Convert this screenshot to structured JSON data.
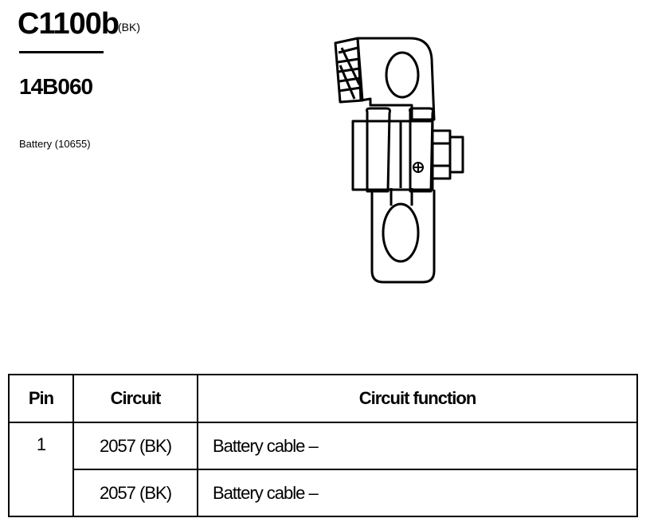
{
  "connector": {
    "id": "C1100b",
    "color": "(BK)",
    "part_number": "14B060",
    "description": "Battery (10655)"
  },
  "pin_table": {
    "headers": {
      "pin": "Pin",
      "circuit": "Circuit",
      "function": "Circuit function"
    },
    "rows": [
      {
        "pin": "1",
        "circuit": "2057 (BK)",
        "function": "Battery cable –"
      },
      {
        "pin": "",
        "circuit": "2057 (BK)",
        "function": "Battery cable –"
      }
    ]
  },
  "colors": {
    "line": "#000000",
    "background": "#ffffff"
  }
}
